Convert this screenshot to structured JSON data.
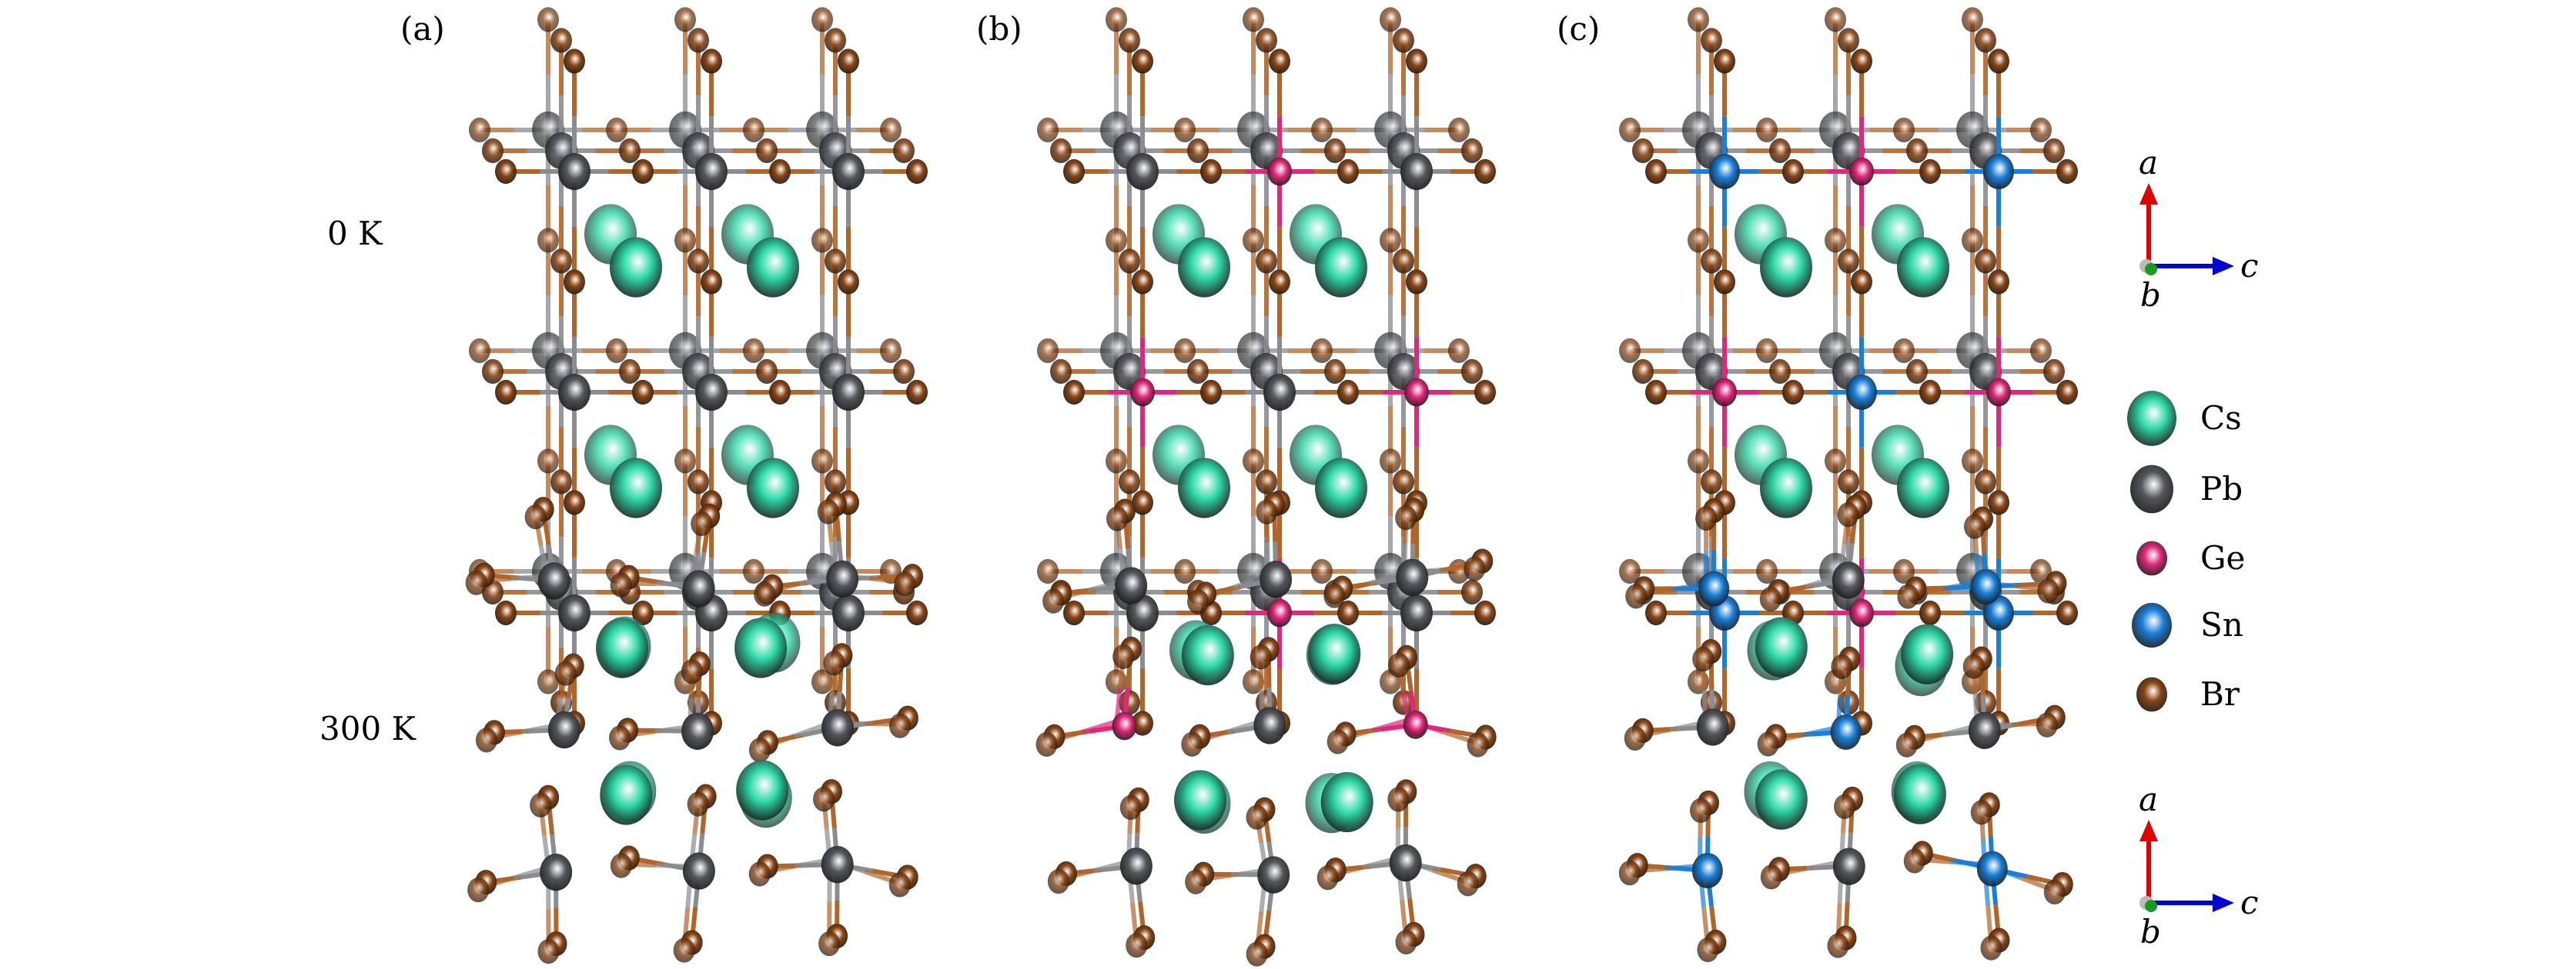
{
  "panels": [
    {
      "label": "(a)",
      "top_sites": [
        [
          "Pb",
          "Pb",
          "Pb"
        ],
        [
          "Pb",
          "Pb",
          "Pb"
        ],
        [
          "Pb",
          "Pb",
          "Pb"
        ]
      ],
      "bottom_sites": [
        [
          "Pb",
          "Pb",
          "Pb"
        ],
        [
          "Pb",
          "Pb",
          "Pb"
        ],
        [
          "Pb",
          "Pb",
          "Pb"
        ]
      ]
    },
    {
      "label": "(b)",
      "top_sites": [
        [
          "Pb",
          "Ge",
          "Pb"
        ],
        [
          "Ge",
          "Pb",
          "Ge"
        ],
        [
          "Pb",
          "Ge",
          "Pb"
        ]
      ],
      "bottom_sites": [
        [
          "Pb",
          "Pb",
          "Pb"
        ],
        [
          "Ge",
          "Pb",
          "Ge"
        ],
        [
          "Pb",
          "Pb",
          "Pb"
        ]
      ]
    },
    {
      "label": "(c)",
      "top_sites": [
        [
          "Sn",
          "Ge",
          "Sn"
        ],
        [
          "Ge",
          "Sn",
          "Ge"
        ],
        [
          "Sn",
          "Ge",
          "Sn"
        ]
      ],
      "bottom_sites": [
        [
          "Sn",
          "Pb",
          "Sn"
        ],
        [
          "Pb",
          "Sn",
          "Pb"
        ],
        [
          "Sn",
          "Pb",
          "Sn"
        ]
      ]
    }
  ],
  "rows": [
    {
      "label": "0 K"
    },
    {
      "label": "300 K"
    }
  ],
  "legend": [
    {
      "name": "Cs",
      "color": "#2fd9a8"
    },
    {
      "name": "Pb",
      "color": "#55575c"
    },
    {
      "name": "Ge",
      "color": "#e0287a"
    },
    {
      "name": "Sn",
      "color": "#1a7fd8"
    },
    {
      "name": "Br",
      "color": "#8b4513"
    }
  ],
  "axes": {
    "a": "a",
    "b": "b",
    "c": "c",
    "a_color": "#e00000",
    "c_color": "#0000d0",
    "b_color": "#1a9a1a"
  }
}
